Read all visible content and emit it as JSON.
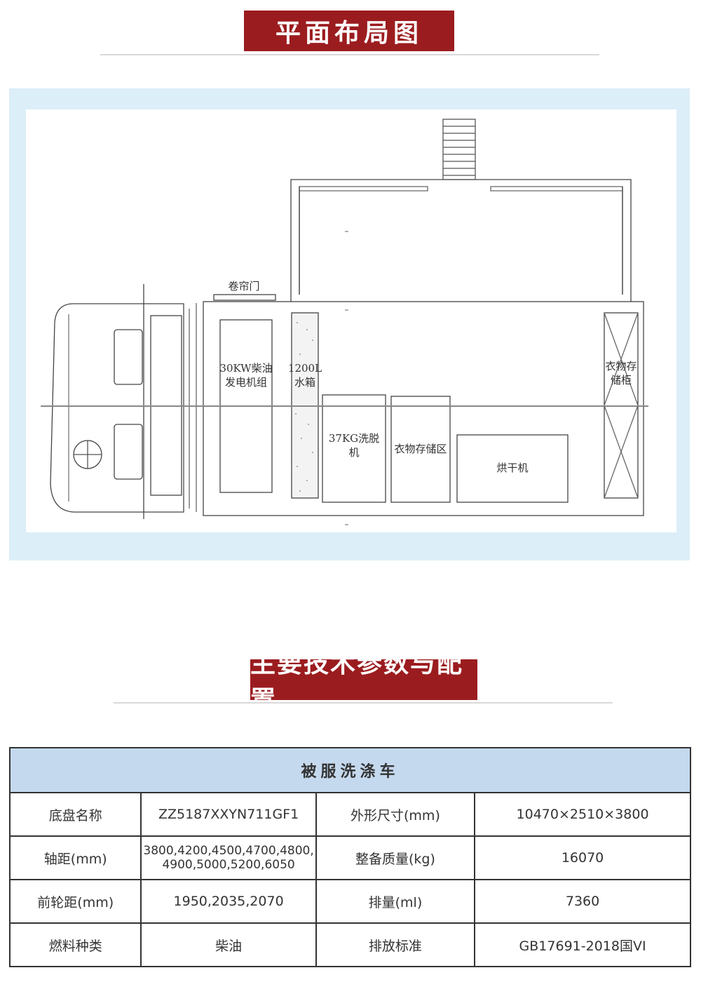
{
  "section1": {
    "title": "平面布局图"
  },
  "section2": {
    "title": "主要技术参数与配置"
  },
  "layout": {
    "roll_door": "卷帘门",
    "generator": [
      "30KW柴油",
      "发电机组"
    ],
    "water_tank": [
      "1200L",
      "水箱"
    ],
    "washer": [
      "37KG洗脱",
      "机"
    ],
    "clothes_storage": "衣物存储区",
    "dryer": "烘干机",
    "cabinet": [
      "衣物存",
      "储柜"
    ]
  },
  "spec_table": {
    "title": "被服洗涤车",
    "rows": [
      {
        "label1": "底盘名称",
        "value1": "ZZ5187XXYN711GF1",
        "label2": "外形尺寸(mm)",
        "value2": "10470×2510×3800"
      },
      {
        "label1": "轴距(mm)",
        "value1": "3800,4200,4500,4700,4800,\n4900,5000,5200,6050",
        "label2": "整备质量(kg)",
        "value2": "16070"
      },
      {
        "label1": "前轮距(mm)",
        "value1": "1950,2035,2070",
        "label2": "排量(ml)",
        "value2": "7360"
      },
      {
        "label1": "燃料种类",
        "value1": "柴油",
        "label2": "排放标准",
        "value2": "GB17691-2018国VI"
      }
    ]
  }
}
